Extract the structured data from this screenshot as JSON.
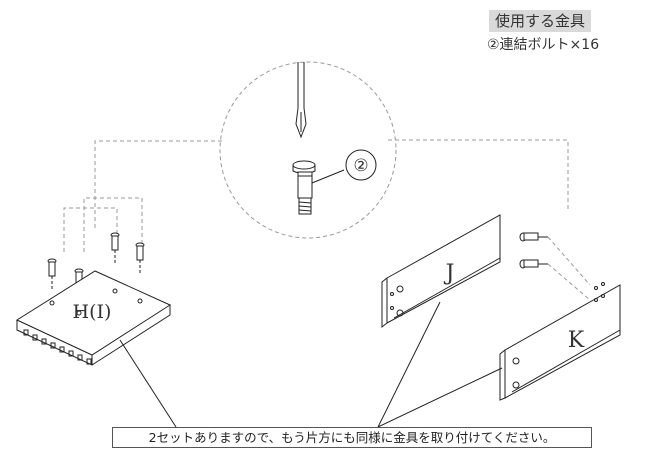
{
  "hardware": {
    "title": "使用する金具",
    "item": "②連結ボルト×16"
  },
  "callout": {
    "number": "②"
  },
  "parts": {
    "panel_h": "H(I)",
    "board_j": "J",
    "board_k": "K"
  },
  "note": "2セットありますので、もう片方にも同様に金具を取り付けてください。"
}
